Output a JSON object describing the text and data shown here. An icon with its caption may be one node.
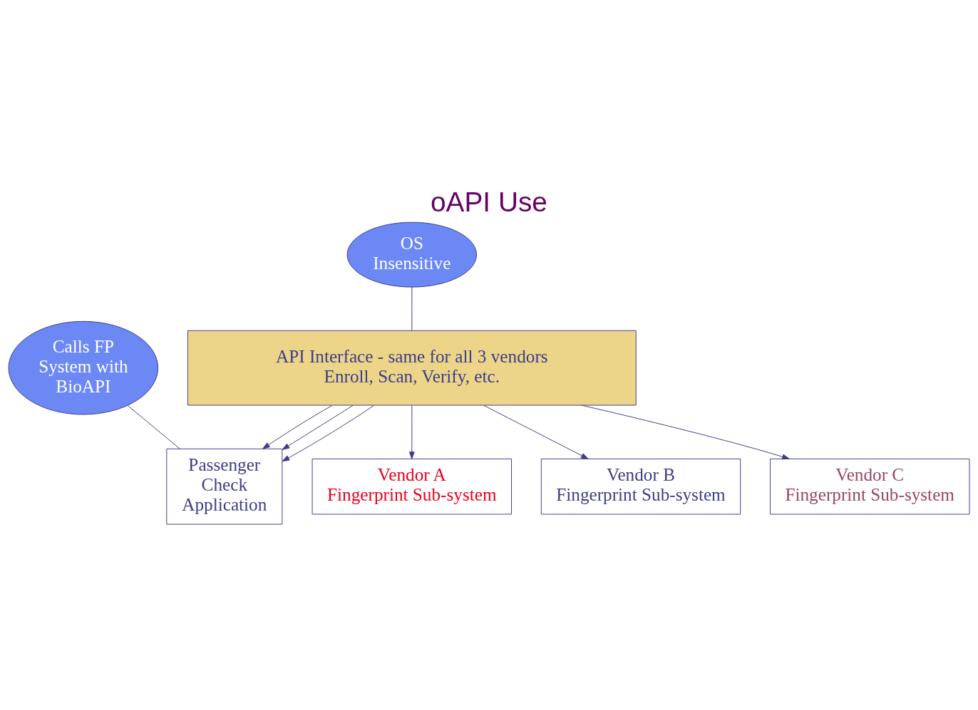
{
  "diagram": {
    "title": "oAPI Use",
    "nodes": [
      {
        "text": [
          "OS Insensitive"
        ]
      },
      {
        "text": [
          "Passenger Check Application"
        ]
      },
      {
        "text": [
          "Calls FP System with BioAPI"
        ]
      },
      {
        "text": [
          "API Interface - same for all 3 vendors",
          "Enroll, Scan, Verify, etc."
        ]
      },
      {
        "text": [
          "Vendor A Fingerprint Sub-system"
        ]
      },
      {
        "text": [
          "Vendor B Fingerprint Sub-system"
        ]
      },
      {
        "text": [
          "Vendor C Fingerprint Sub-system"
        ]
      }
    ],
    "edges": [
      {
        "from": 3,
        "to": 1,
        "arrow": "to"
      },
      {
        "from": 3,
        "to": 1,
        "arrow": "to"
      },
      {
        "from": 3,
        "to": 1,
        "arrow": "to"
      },
      {
        "from": 3,
        "to": 4,
        "arrow": "to"
      },
      {
        "from": 3,
        "to": 5,
        "arrow": "to"
      },
      {
        "from": 3,
        "to": 6,
        "arrow": "to"
      },
      {
        "from": 0,
        "to": 3,
        "arrow": "none"
      },
      {
        "from": 2,
        "to": 1,
        "arrow": "none"
      }
    ]
  }
}
